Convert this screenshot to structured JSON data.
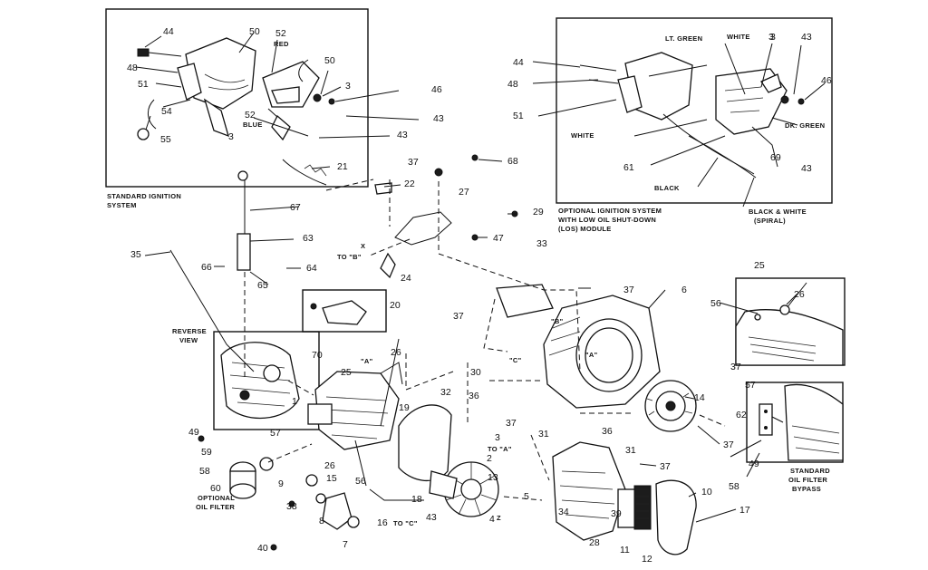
{
  "callouts": [
    "44",
    "48",
    "50",
    "52",
    "50",
    "51",
    "54",
    "52",
    "3",
    "46",
    "43",
    "55",
    "3",
    "43",
    "21",
    "22",
    "37",
    "68",
    "27",
    "29",
    "47",
    "67",
    "63",
    "66",
    "64",
    "65",
    "24",
    "35",
    "20",
    "33",
    "37",
    "6",
    "37",
    "30",
    "36",
    "37",
    "36",
    "26",
    "25",
    "19",
    "70",
    "1",
    "32",
    "3",
    "2",
    "13",
    "5",
    "4",
    "43",
    "18",
    "16",
    "7",
    "8",
    "9",
    "15",
    "38",
    "40",
    "26",
    "56",
    "49",
    "57",
    "59",
    "58",
    "60",
    "14",
    "37",
    "31",
    "31",
    "37",
    "34",
    "39",
    "28",
    "11",
    "12",
    "10",
    "17",
    "37",
    "58",
    "49",
    "62",
    "57",
    "56",
    "25",
    "26",
    "44",
    "48",
    "51",
    "3",
    "43",
    "46",
    "43",
    "61",
    "69",
    "3"
  ],
  "wire_colors": {
    "std_red": "RED",
    "std_blue": "BLUE",
    "opt_lt_green": "LT. GREEN",
    "opt_white_top": "WHITE",
    "opt_white_left": "WHITE",
    "opt_dk_green": "DK. GREEN",
    "opt_black": "BLACK"
  },
  "captions": {
    "standard_ignition_1": "STANDARD IGNITION",
    "standard_ignition_2": "SYSTEM",
    "optional_ignition_1": "OPTIONAL IGNITION SYSTEM",
    "optional_ignition_2": "WITH LOW OIL SHUT-DOWN",
    "optional_ignition_3": "(LOS) MODULE",
    "black_white_1": "BLACK & WHITE",
    "black_white_2": "(SPIRAL)",
    "reverse_view_1": "REVERSE",
    "reverse_view_2": "VIEW",
    "optional_filter_1": "OPTIONAL",
    "optional_filter_2": "OIL FILTER",
    "std_bypass_1": "STANDARD",
    "std_bypass_2": "OIL FILTER",
    "std_bypass_3": "BYPASS"
  },
  "connectors": {
    "to_b": "TO \"B\"",
    "to_a": "TO \"A\"",
    "to_c": "TO \"C\"",
    "mark_a1": "\"A\"",
    "mark_a2": "\"A\"",
    "mark_b": "\"B\"",
    "mark_c": "\"C\"",
    "mark_x": "X",
    "mark_z": "Z"
  }
}
